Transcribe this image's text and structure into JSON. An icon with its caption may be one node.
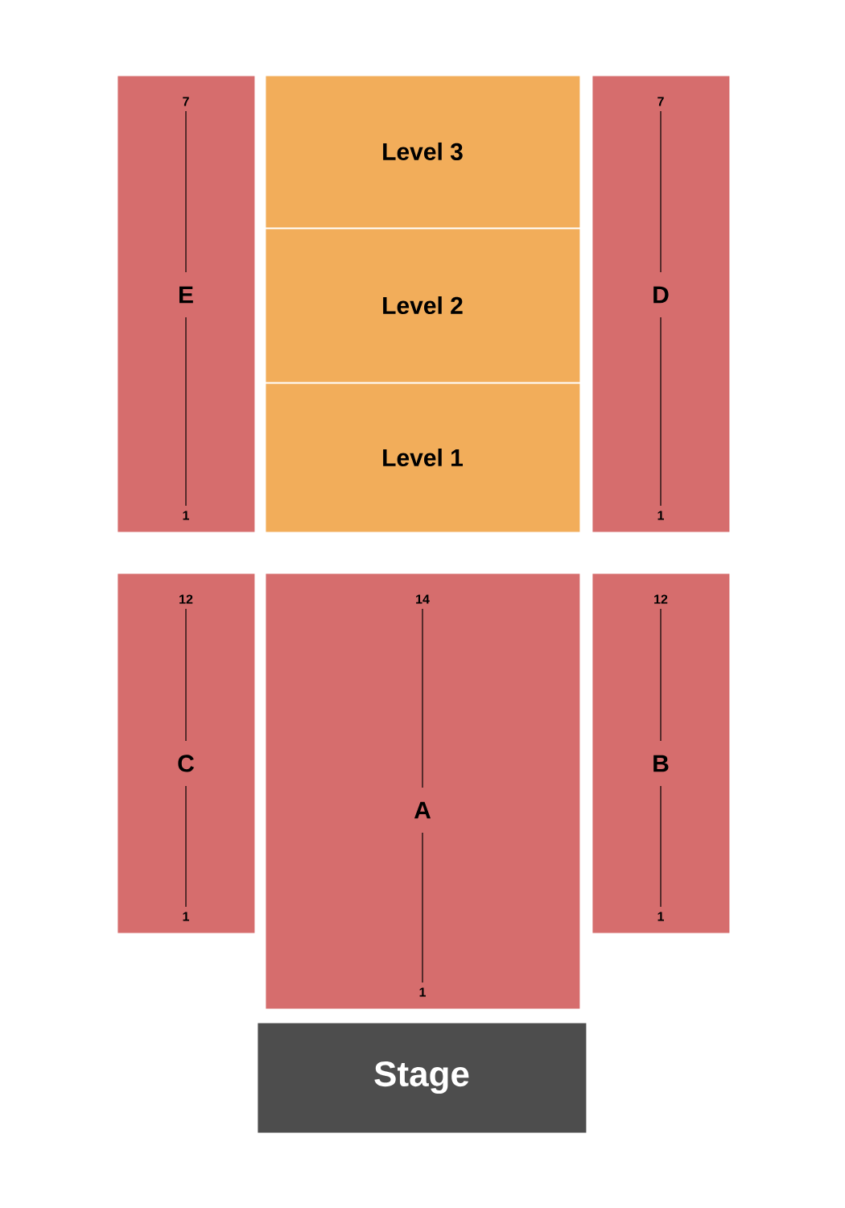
{
  "diagram": {
    "nodes": [
      {
        "text": [
          "7",
          "E",
          "1"
        ]
      },
      {
        "text": [
          "Level 3"
        ]
      },
      {
        "text": [
          "Level 2"
        ]
      },
      {
        "text": [
          "Level 1"
        ]
      },
      {
        "text": [
          "7",
          "D",
          "1"
        ]
      },
      {
        "text": [
          "12",
          "C",
          "1"
        ]
      },
      {
        "text": [
          "14",
          "A",
          "1"
        ]
      },
      {
        "text": [
          "12",
          "B",
          "1"
        ]
      },
      {
        "text": [
          "Stage"
        ]
      }
    ]
  }
}
